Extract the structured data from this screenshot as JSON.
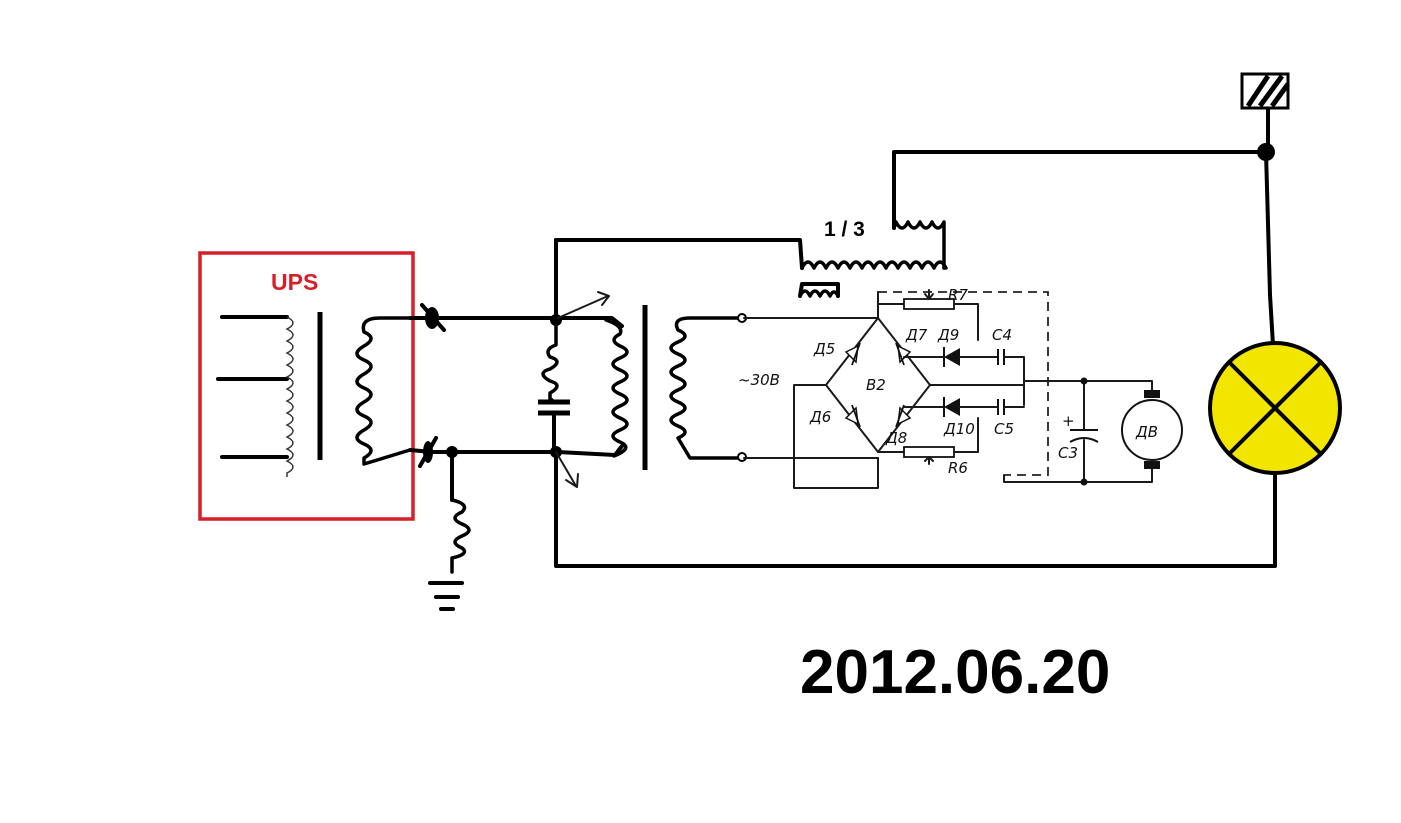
{
  "ups": {
    "label": "UPS",
    "frame_color": "#d62029"
  },
  "ratio_label": "1 / 3",
  "voltage_label": "~30В",
  "components": {
    "d5": "Д5",
    "d6": "Д6",
    "d7": "Д7",
    "d8": "Д8",
    "d9": "Д9",
    "d10": "Д10",
    "bridge": "В2",
    "r7": "R7",
    "r6": "R6",
    "c4": "С4",
    "c5": "С5",
    "c3": "С3",
    "c3_plus": "+",
    "motor": "ДВ"
  },
  "lamp": {
    "fill_color": "#f2e600"
  },
  "date": "2012.06.20"
}
